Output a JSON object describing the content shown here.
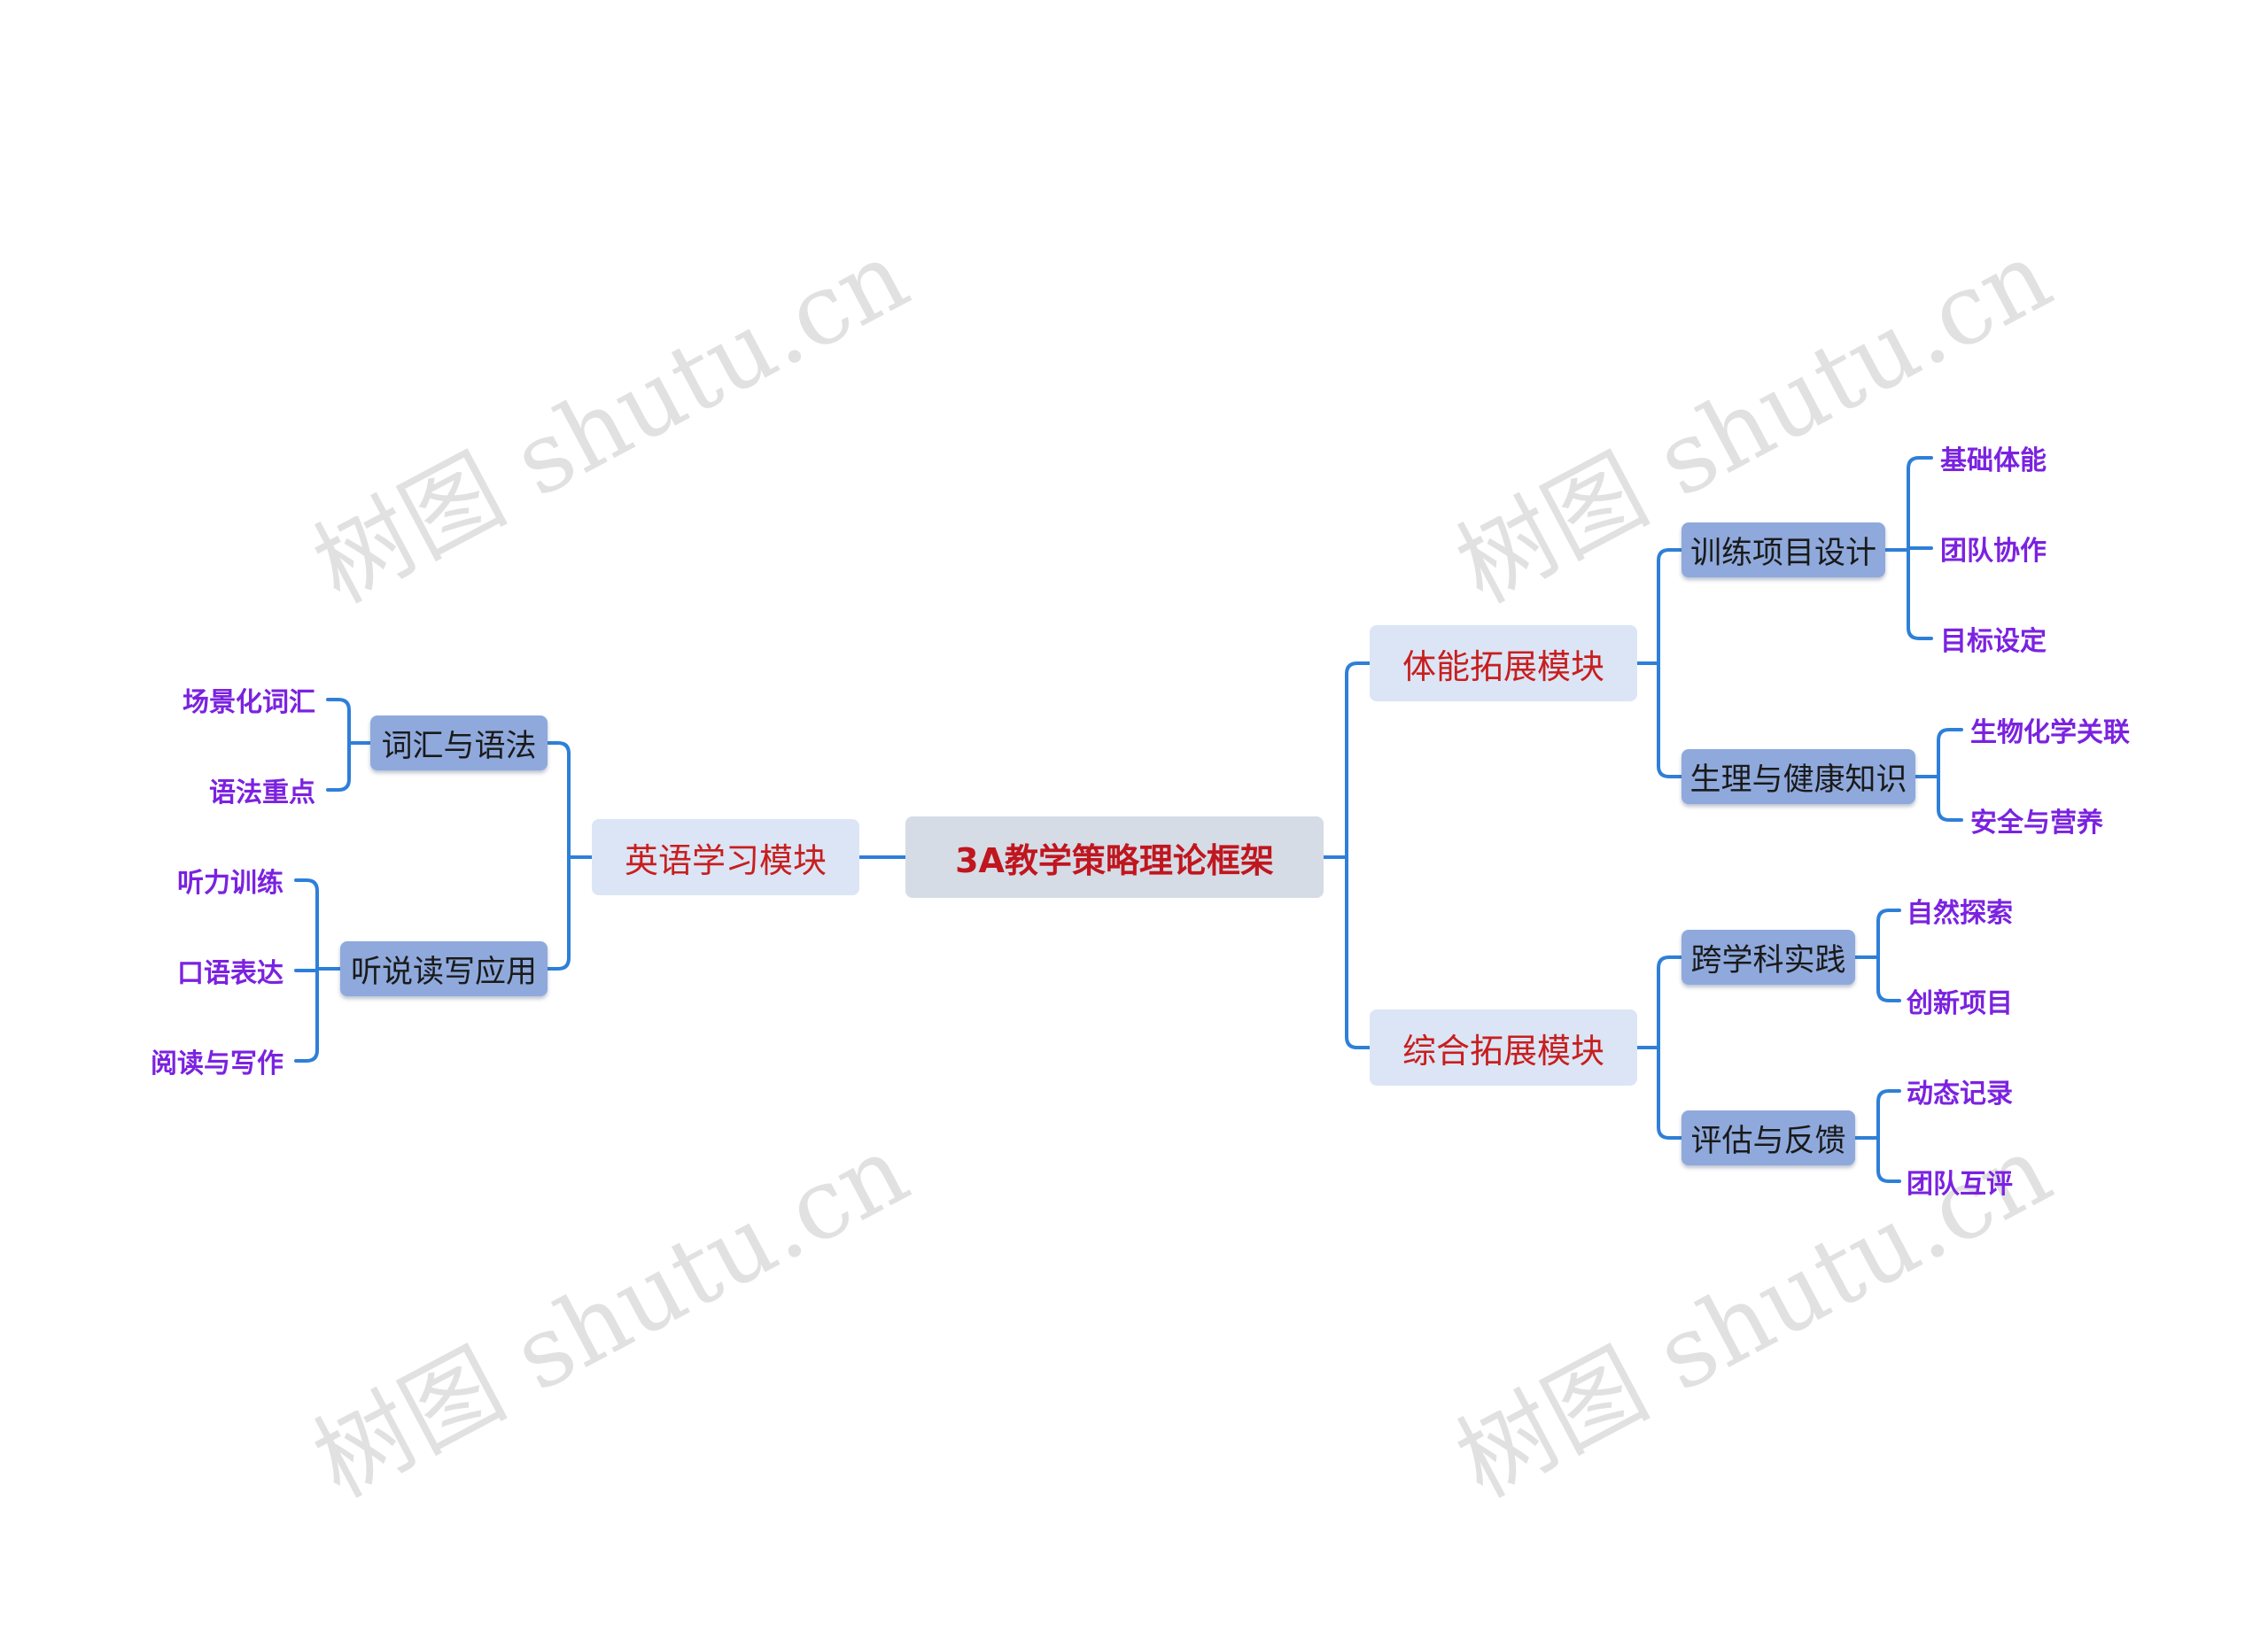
{
  "diagram": {
    "root": "3A教学策略理论框架",
    "modules": [
      {
        "label": "英语学习模块",
        "side": "left",
        "children": [
          {
            "label": "词汇与语法",
            "leaves": [
              "场景化词汇",
              "语法重点"
            ]
          },
          {
            "label": "听说读写应用",
            "leaves": [
              "听力训练",
              "口语表达",
              "阅读与写作"
            ]
          }
        ]
      },
      {
        "label": "体能拓展模块",
        "side": "right",
        "children": [
          {
            "label": "训练项目设计",
            "leaves": [
              "基础体能",
              "团队协作",
              "目标设定"
            ]
          },
          {
            "label": "生理与健康知识",
            "leaves": [
              "生物化学关联",
              "安全与营养"
            ]
          }
        ]
      },
      {
        "label": "综合拓展模块",
        "side": "right",
        "children": [
          {
            "label": "跨学科实践",
            "leaves": [
              "自然探索",
              "创新项目"
            ]
          },
          {
            "label": "评估与反馈",
            "leaves": [
              "动态记录",
              "团队互评"
            ]
          }
        ]
      }
    ],
    "link_color": "#2e7fd8"
  },
  "watermark": "树图 shutu.cn"
}
